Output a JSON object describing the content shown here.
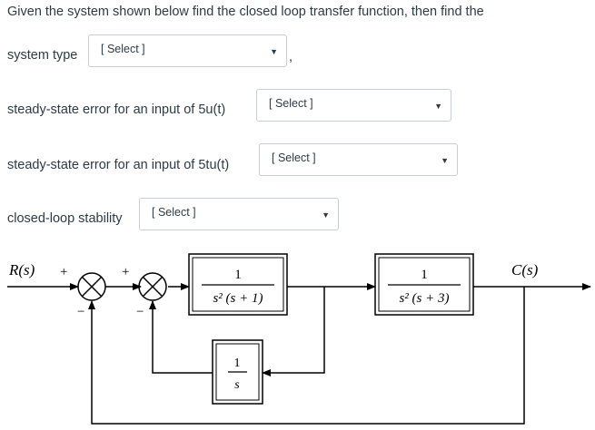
{
  "question": {
    "intro": "Given the system shown below find the closed loop transfer function, then find the",
    "type_label": "system type",
    "type_suffix": ",",
    "error_step_label": "steady-state error for an input of 5u(t)",
    "error_ramp_label": "steady-state error for an input of 5tu(t)",
    "stability_label": "closed-loop stability"
  },
  "dropdowns": {
    "system_type": "[ Select ]",
    "error_step": "[ Select ]",
    "error_ramp": "[ Select ]",
    "stability": "[ Select ]"
  },
  "icons": {
    "dropdown_arrow": "caret-down-icon",
    "summing_junction": "summing-junction-icon"
  },
  "diagram": {
    "input_label": "R(s)",
    "output_label": "C(s)",
    "sum1_plus": "+",
    "sum1_minus": "−",
    "sum2_plus": "+",
    "sum2_minus": "−",
    "block1": {
      "numerator": "1",
      "denominator": "s² (s + 1)"
    },
    "block2": {
      "numerator": "1",
      "denominator": "s² (s + 3)"
    },
    "feedback_block": {
      "numerator": "1",
      "denominator": "s"
    }
  },
  "colors": {
    "text": "#2d3b45",
    "border": "#c7cdd1",
    "diagram": "#000000"
  }
}
